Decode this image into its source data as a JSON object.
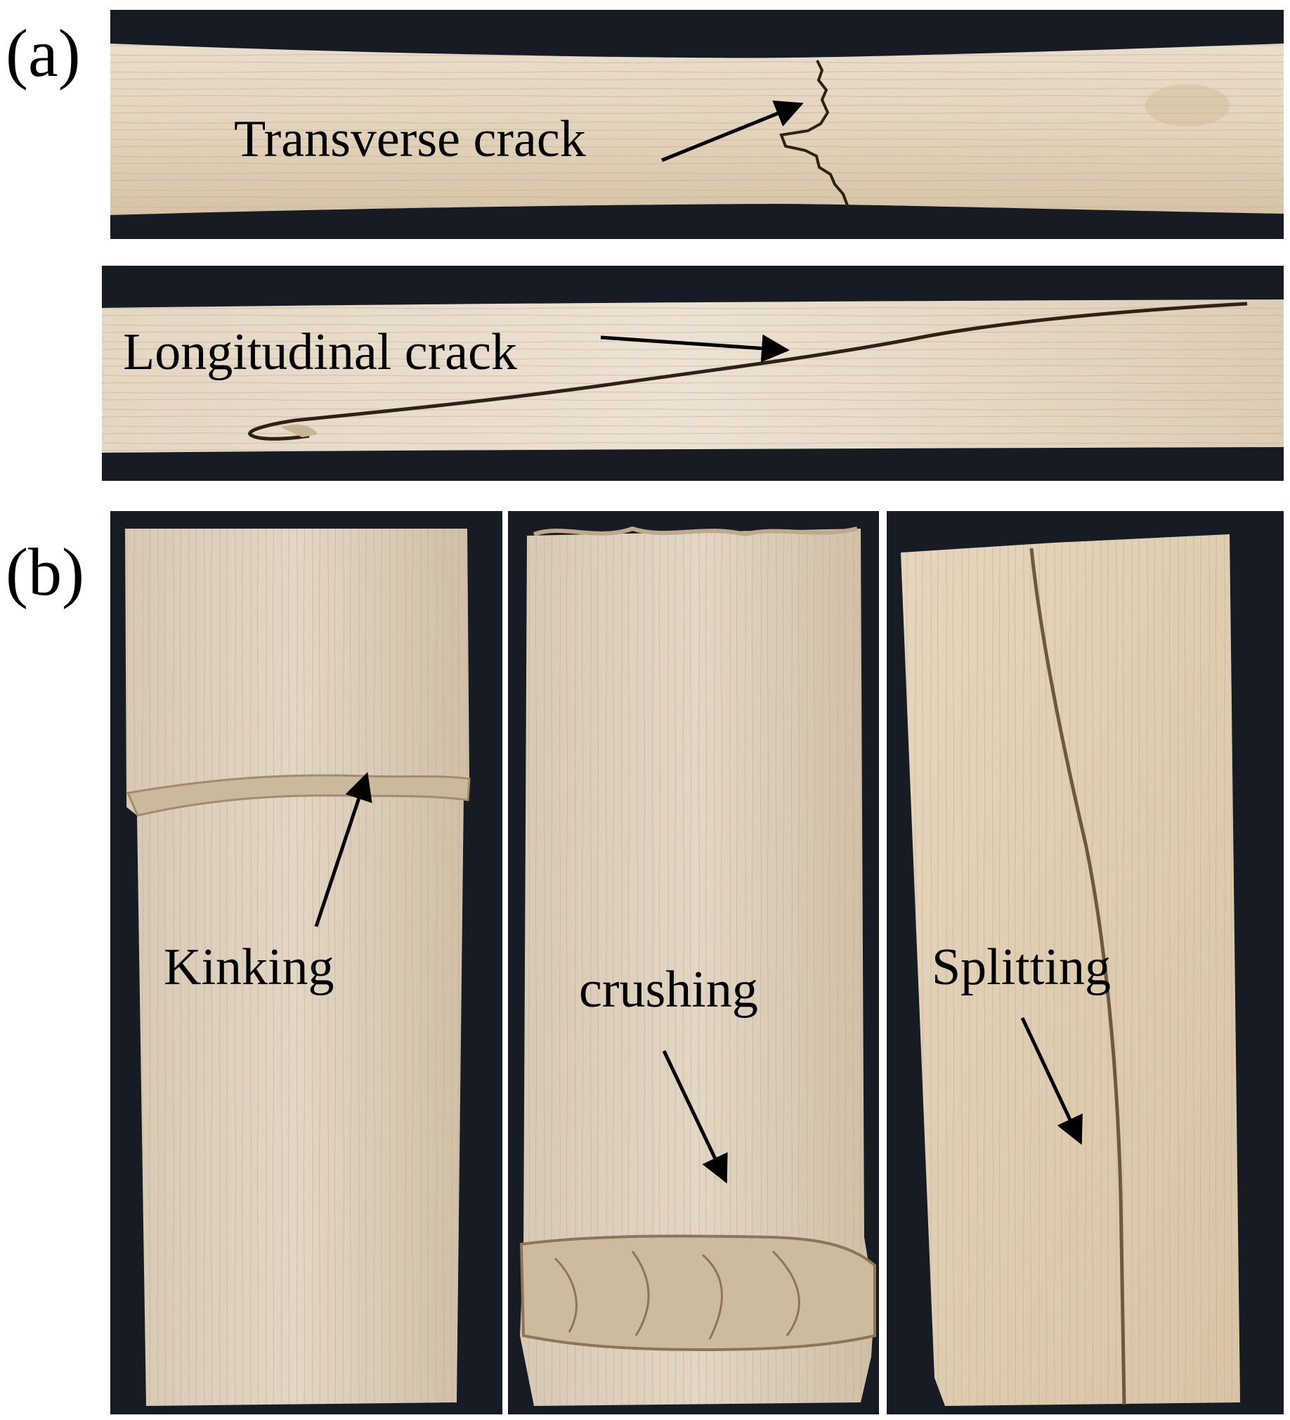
{
  "figure": {
    "panel_a": {
      "label": "(a)",
      "specimens": [
        {
          "annotation": "Transverse crack"
        },
        {
          "annotation": "Longitudinal crack"
        }
      ]
    },
    "panel_b": {
      "label": "(b)",
      "specimens": [
        {
          "annotation": "Kinking"
        },
        {
          "annotation": "crushing"
        },
        {
          "annotation": "Splitting"
        }
      ]
    }
  },
  "colors": {
    "background_fabric": "#161b24",
    "wood_light": "#e6d9c6",
    "wood_mid": "#d9c8ae",
    "wood_grain": "#b89c7c",
    "crack": "#3a2a1c",
    "arrow": "#000000"
  }
}
